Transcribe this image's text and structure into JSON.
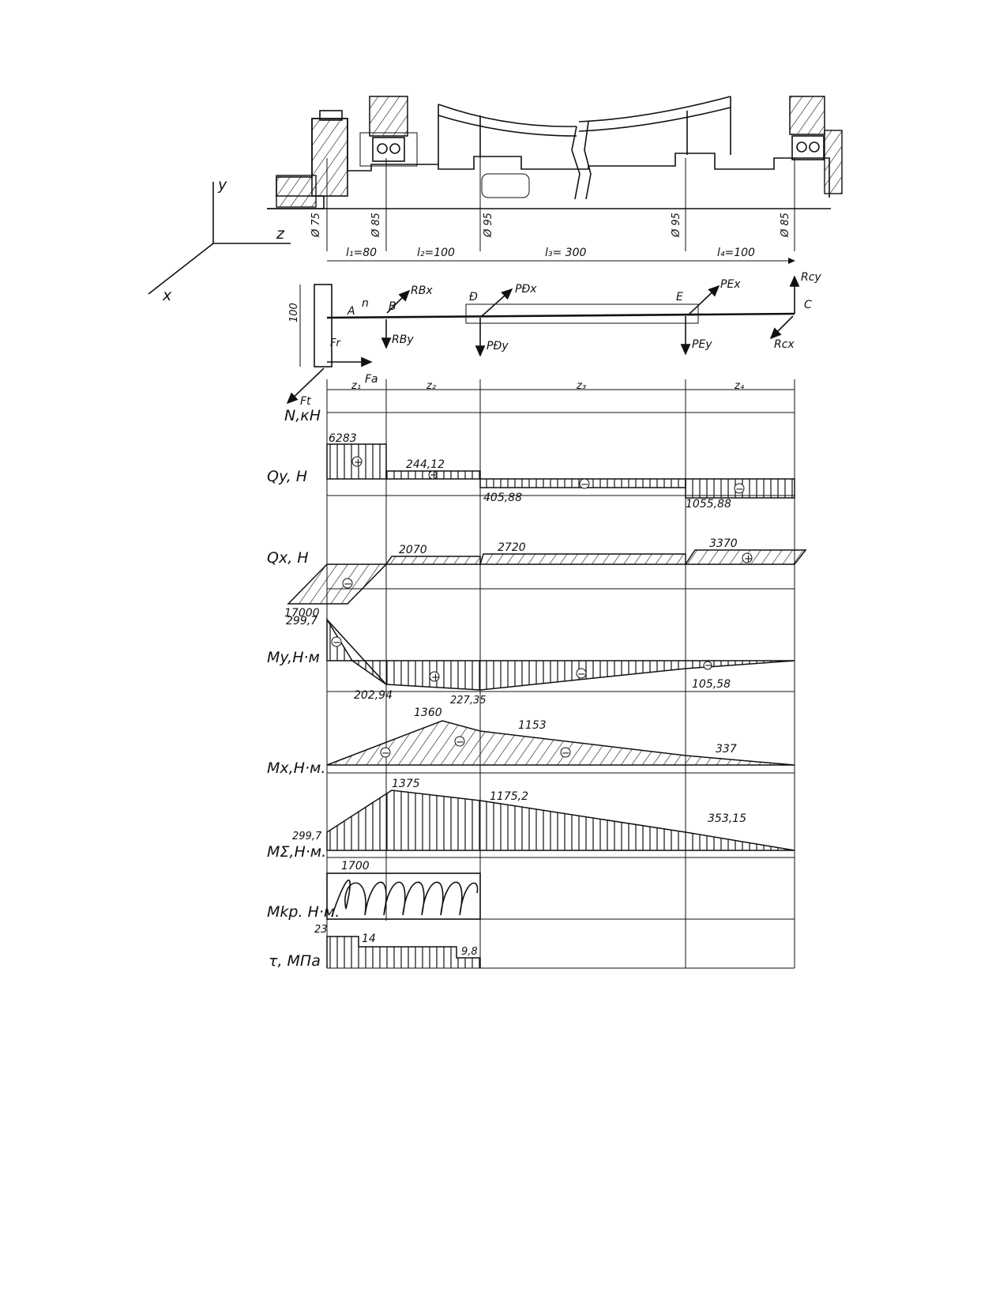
{
  "axes_labels": {
    "y": "y",
    "z": "z",
    "x": "x"
  },
  "dimensions": {
    "diameters": [
      "Ø 75",
      "Ø 85",
      "Ø 95",
      "Ø 95",
      "Ø 85"
    ],
    "spans": [
      "l₁=80",
      "l₂=100",
      "l₃= 300",
      "l₄=100"
    ],
    "height": "100"
  },
  "points": {
    "A": "A",
    "B": "B",
    "D": "Ð",
    "E": "E",
    "C": "C",
    "n": "n"
  },
  "forces": {
    "Rbx": "RBx",
    "Rby": "RBy",
    "Pdx": "PÐx",
    "Pdy": "PÐy",
    "Pex": "PEx",
    "Pey": "PEy",
    "Rcy": "Rcy",
    "Rcx": "Rcx",
    "Fa": "Fa",
    "Ft": "Ft",
    "Fr": "Fr"
  },
  "segments": [
    "z₁",
    "z₂",
    "z₃",
    "z₄"
  ],
  "diagrams": {
    "N": {
      "label": "N,кН"
    },
    "Qy": {
      "label": "Qy, H",
      "values": [
        "6283",
        "244,12",
        "405,88",
        "1055,88"
      ]
    },
    "Qx": {
      "label": "Qx, H",
      "values": [
        "17000",
        "2070",
        "2720",
        "3370"
      ]
    },
    "My": {
      "label": "My,H·м",
      "values": [
        "299,7",
        "202,94",
        "227,35",
        "105,58"
      ]
    },
    "Mx": {
      "label": "Mx,H·м.",
      "values": [
        "1360",
        "1153",
        "337"
      ]
    },
    "Msum": {
      "label": "MΣ,H·м.",
      "values": [
        "299,7",
        "1375",
        "1175,2",
        "353,15"
      ]
    },
    "Mkr": {
      "label": "Mkp. H·м.",
      "values": [
        "1700"
      ]
    },
    "tau": {
      "label": "τ, MПa",
      "values": [
        "23",
        "14",
        "9,8"
      ]
    }
  },
  "signs": {
    "plus": "+",
    "minus": "−"
  }
}
